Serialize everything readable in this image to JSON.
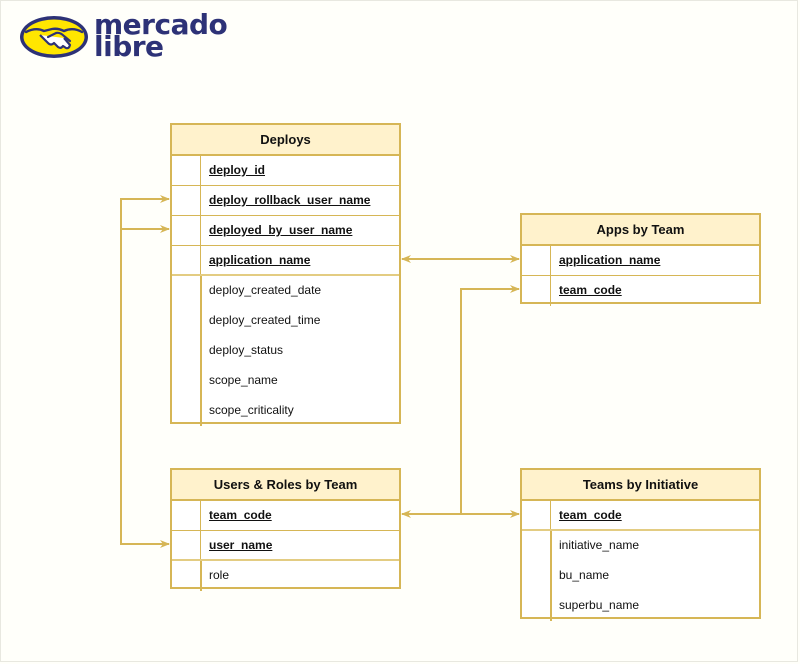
{
  "logo": {
    "line1": "mercado",
    "line2": "libre"
  },
  "colors": {
    "border": "#d6b656",
    "header_fill": "#fff2cc",
    "logo_blue": "#2d3277",
    "logo_yellow": "#ffe600"
  },
  "entities": [
    {
      "id": "deploys",
      "title": "Deploys",
      "keys": [
        "deploy_id",
        "deploy_rollback_user_name",
        "deployed_by_user_name",
        "application_name"
      ],
      "attributes": [
        "deploy_created_date",
        "deploy_created_time",
        "deploy_status",
        "scope_name",
        "scope_criticality"
      ]
    },
    {
      "id": "apps_by_team",
      "title": "Apps by Team",
      "keys": [
        "application_name",
        "team_code"
      ],
      "attributes": []
    },
    {
      "id": "users_roles_by_team",
      "title": "Users & Roles by Team",
      "keys": [
        "team_code",
        "user_name"
      ],
      "attributes": [
        "role"
      ]
    },
    {
      "id": "teams_by_initiative",
      "title": "Teams by Initiative",
      "keys": [
        "team_code"
      ],
      "attributes": [
        "initiative_name",
        "bu_name",
        "superbu_name"
      ]
    }
  ],
  "relations": [
    {
      "from": "deploys.application_name",
      "to": "apps_by_team.application_name",
      "type": "bidirectional"
    },
    {
      "from": "users_roles_by_team.team_code",
      "to": "teams_by_initiative.team_code",
      "type": "bidirectional"
    },
    {
      "from": "teams_by_initiative.team_code",
      "to": "apps_by_team.team_code",
      "type": "arrow"
    },
    {
      "from": "users_roles_by_team.user_name",
      "to": "deploys.deploy_rollback_user_name",
      "type": "arrow"
    },
    {
      "from": "users_roles_by_team.user_name",
      "to": "deploys.deployed_by_user_name",
      "type": "arrow"
    }
  ]
}
